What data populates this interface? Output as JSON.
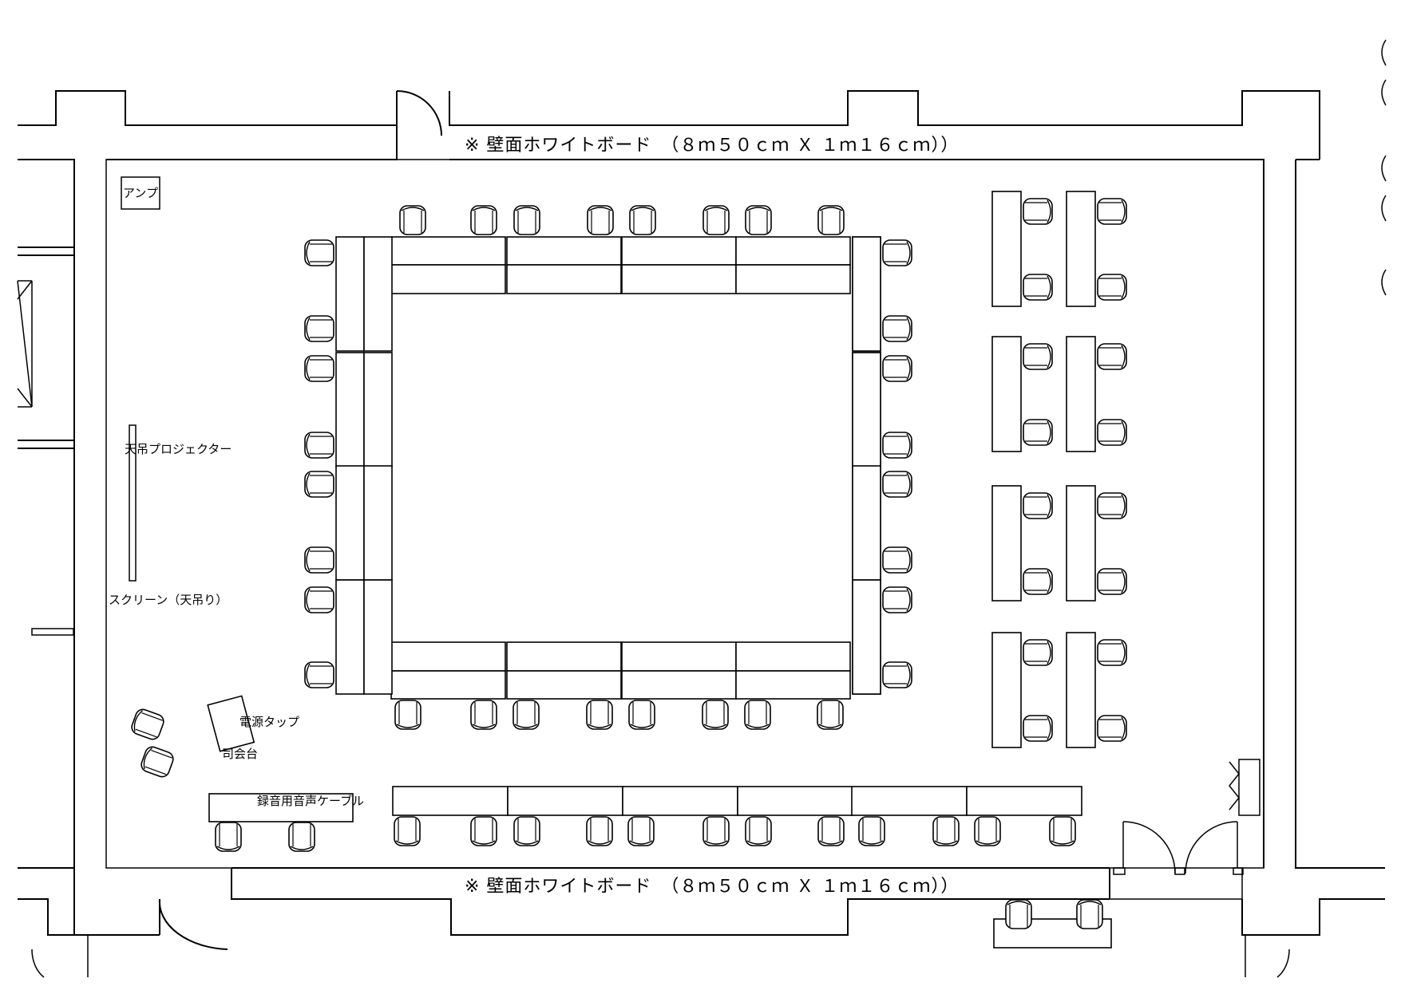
{
  "labels": {
    "whiteboard_top": "※ 壁面ホワイトボード　（８ｍ５０ｃｍ Ｘ １ｍ１６ｃｍ））",
    "whiteboard_bottom": "※ 壁面ホワイトボード　（８ｍ５０ｃｍ Ｘ １ｍ１６ｃｍ））",
    "amp": "アンプ",
    "projector": "天吊プロジェクター",
    "screen": "スクリーン（天吊り）",
    "power_strip": "電源タップ",
    "podium": "司会台",
    "recording_table": "録音用音声ケーブル"
  }
}
